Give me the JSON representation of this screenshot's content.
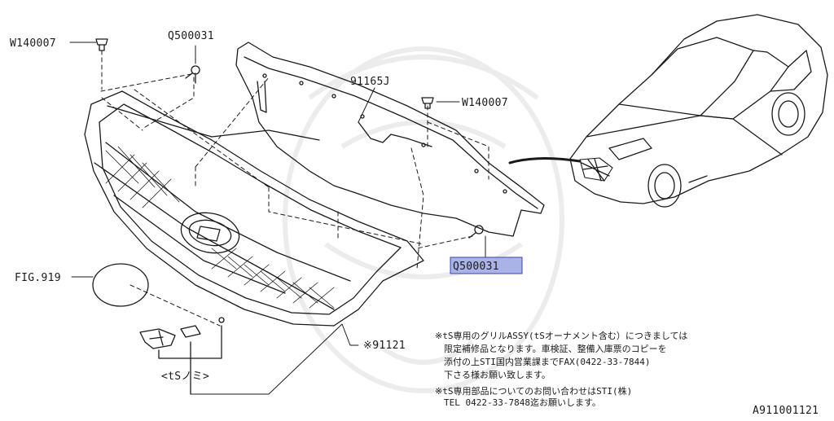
{
  "diagram": {
    "labels": {
      "w140007_left": "W140007",
      "q500031_top": "Q500031",
      "p91165j": "91165J",
      "w140007_right": "W140007",
      "q500031_highlight": "Q500031",
      "fig919": "FIG.919",
      "p91121": "※91121",
      "ts_only": "<tSノミ>"
    },
    "notes": [
      "※tS専用のグリルASSY(tSオーナメント含む）につきましては",
      "限定補修品となります。車検証、整備入庫票のコピーを",
      "添付の上STI国内営業課までFAX(0422-33-7844)",
      "下さる様お願い致します。",
      "※tS専用部品についてのお問い合わせはSTI(株)",
      "TEL 0422-33-7848迄お願いします。"
    ],
    "diagram_id": "A911001121",
    "colors": {
      "line": "#1a1a1a",
      "highlight_fill": "#a9b3e8",
      "highlight_border": "#3b46a8",
      "watermark": "#ececec"
    }
  }
}
